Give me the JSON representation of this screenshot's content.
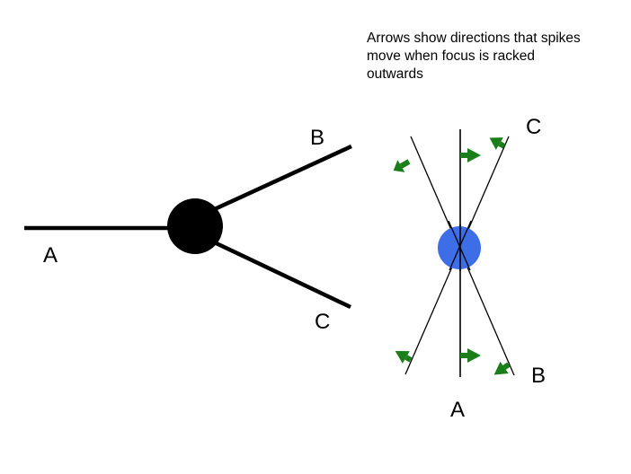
{
  "caption": {
    "lines": [
      "Arrows show directions that spikes",
      "move when focus is racked",
      "outwards"
    ]
  },
  "left_diagram": {
    "labels": {
      "a": "A",
      "b": "B",
      "c": "C"
    },
    "node_color": "#000000"
  },
  "right_diagram": {
    "labels": {
      "a": "A",
      "b": "B",
      "c": "C"
    },
    "focus_color": "#3d6ee8",
    "arrow_color": "#1a7f1a"
  }
}
